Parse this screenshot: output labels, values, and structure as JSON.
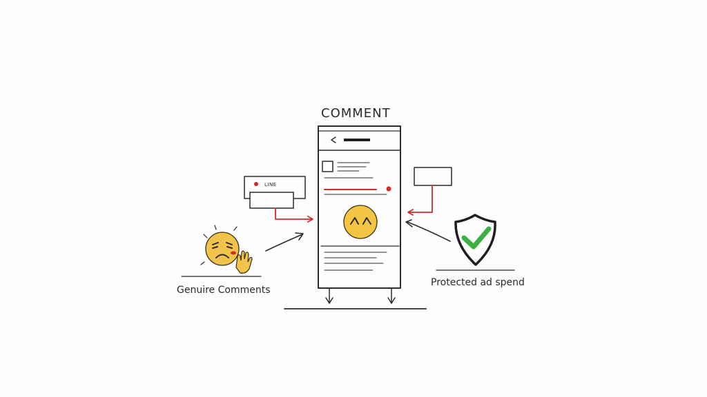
{
  "title": "COMMENT",
  "left_box_label": "LINE",
  "left_caption": "Genuire Comments",
  "right_caption": "Protected ad spend",
  "colors": {
    "ink": "#2b2b2b",
    "accent_red": "#d22a2a",
    "emoji_yellow": "#f4c542",
    "check_green": "#3cb043"
  },
  "icons": {
    "left": "frustrated-face-icon",
    "center": "happy-face-icon",
    "right": "shield-check-icon"
  }
}
